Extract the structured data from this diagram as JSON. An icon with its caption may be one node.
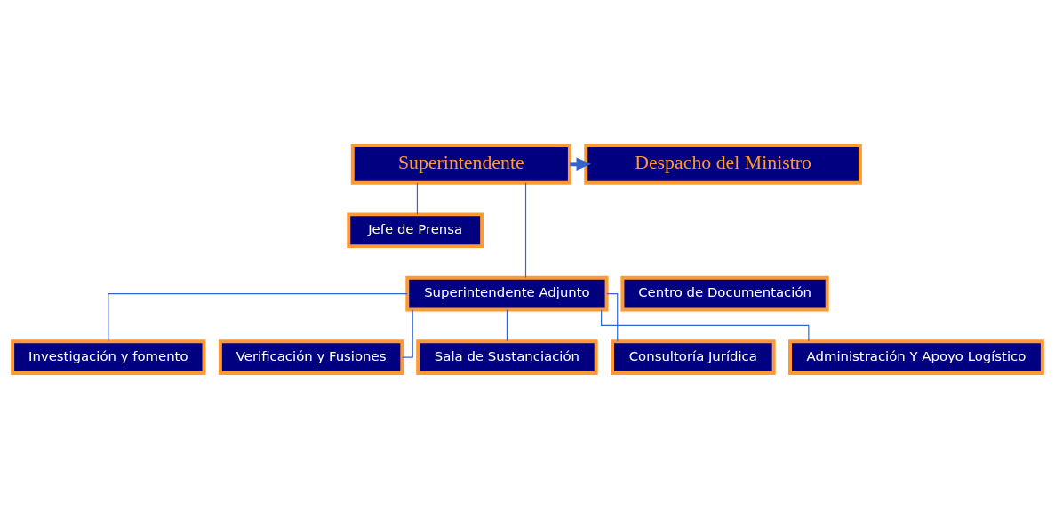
{
  "diagram": {
    "nodes": [
      {
        "text": [
          "Superintendente"
        ]
      },
      {
        "text": [
          "Despacho del Ministro"
        ]
      },
      {
        "text": [
          "Jefe de Prensa"
        ]
      },
      {
        "text": [
          "Superintendente Adjunto"
        ]
      },
      {
        "text": [
          "Centro de Documentación"
        ]
      },
      {
        "text": [
          "Investigación y fomento"
        ]
      },
      {
        "text": [
          "Verificación y Fusiones"
        ]
      },
      {
        "text": [
          "Sala de Sustanciación"
        ]
      },
      {
        "text": [
          "Consultoría Jurídica"
        ]
      },
      {
        "text": [
          "Administración Y Apoyo Logístico"
        ]
      }
    ],
    "edges": [
      {
        "from": 0,
        "to": 1,
        "arrow": "to",
        "style": "thick",
        "color": "#3366cc"
      },
      {
        "from": 0,
        "to": 2,
        "arrow": "none"
      },
      {
        "from": 0,
        "to": 3,
        "arrow": "none"
      },
      {
        "from": 3,
        "to": 5,
        "arrow": "none"
      },
      {
        "from": 3,
        "to": 6,
        "arrow": "none"
      },
      {
        "from": 3,
        "to": 7,
        "arrow": "none"
      },
      {
        "from": 3,
        "to": 8,
        "arrow": "none"
      },
      {
        "from": 3,
        "to": 9,
        "arrow": "none"
      }
    ]
  }
}
